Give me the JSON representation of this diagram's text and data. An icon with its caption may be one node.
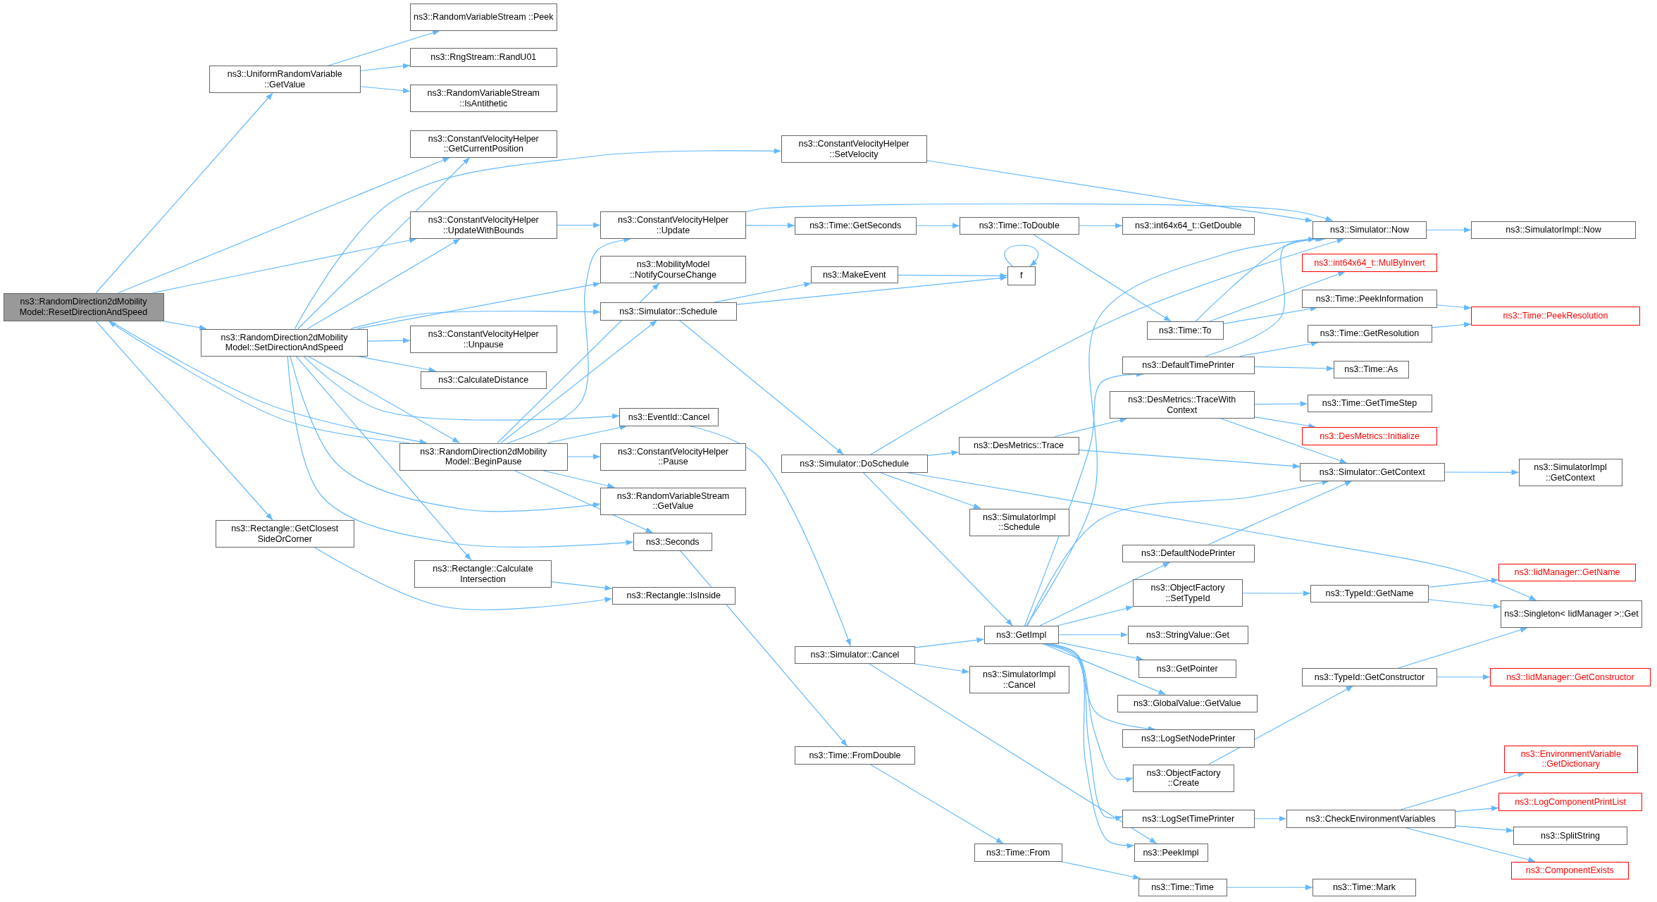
{
  "diagram": {
    "nodes": [
      {
        "text": [
          "ns3::RandomDirection2dMobility Model::ResetDirectionAndSpeed"
        ]
      },
      {
        "text": [
          "ns3::UniformRandomVariable ::GetValue"
        ]
      },
      {
        "text": [
          "ns3::RandomVariableStream ::Peek"
        ]
      },
      {
        "text": [
          "ns3::RngStream::RandU01"
        ]
      },
      {
        "text": [
          "ns3::RandomVariableStream ::IsAntithetic"
        ]
      },
      {
        "text": [
          "ns3::ConstantVelocityHelper ::GetCurrentPosition"
        ]
      },
      {
        "text": [
          "ns3::ConstantVelocityHelper ::SetVelocity"
        ]
      },
      {
        "text": [
          "ns3::ConstantVelocityHelper ::UpdateWithBounds"
        ]
      },
      {
        "text": [
          "ns3::ConstantVelocityHelper ::Update"
        ]
      },
      {
        "text": [
          "ns3::MobilityModel ::NotifyCourseChange"
        ]
      },
      {
        "text": [
          "ns3::Time::GetSeconds"
        ]
      },
      {
        "text": [
          "ns3::Time::ToDouble"
        ]
      },
      {
        "text": [
          "ns3::int64x64_t::GetDouble"
        ]
      },
      {
        "text": [
          "ns3::Simulator::Now"
        ]
      },
      {
        "text": [
          "ns3::SimulatorImpl::Now"
        ]
      },
      {
        "text": [
          "ns3::MakeEvent"
        ]
      },
      {
        "text": [
          "f"
        ]
      },
      {
        "text": [
          "ns3::RandomDirection2dMobility Model::SetDirectionAndSpeed"
        ]
      },
      {
        "text": [
          "ns3::Simulator::Schedule"
        ]
      },
      {
        "text": [
          "ns3::int64x64_t::MulByInvert"
        ]
      },
      {
        "text": [
          "ns3::Time::PeekInformation"
        ]
      },
      {
        "text": [
          "ns3::Time::PeekResolution"
        ]
      },
      {
        "text": [
          "ns3::Time::To"
        ]
      },
      {
        "text": [
          "ns3::ConstantVelocityHelper ::Unpause"
        ]
      },
      {
        "text": [
          "ns3::CalculateDistance"
        ]
      },
      {
        "text": [
          "ns3::Time::GetResolution"
        ]
      },
      {
        "text": [
          "ns3::DefaultTimePrinter"
        ]
      },
      {
        "text": [
          "ns3::Time::As"
        ]
      },
      {
        "text": [
          "ns3::DesMetrics::TraceWith Context"
        ]
      },
      {
        "text": [
          "ns3::Time::GetTimeStep"
        ]
      },
      {
        "text": [
          "ns3::DesMetrics::Initialize"
        ]
      },
      {
        "text": [
          "ns3::EventId::Cancel"
        ]
      },
      {
        "text": [
          "ns3::RandomDirection2dMobility Model::BeginPause"
        ]
      },
      {
        "text": [
          "ns3::ConstantVelocityHelper ::Pause"
        ]
      },
      {
        "text": [
          "ns3::DesMetrics::Trace"
        ]
      },
      {
        "text": [
          "ns3::Simulator::GetContext"
        ]
      },
      {
        "text": [
          "ns3::SimulatorImpl ::GetContext"
        ]
      },
      {
        "text": [
          "ns3::Simulator::DoSchedule"
        ]
      },
      {
        "text": [
          "ns3::RandomVariableStream ::GetValue"
        ]
      },
      {
        "text": [
          "ns3::SimulatorImpl ::Schedule"
        ]
      },
      {
        "text": [
          "ns3::Rectangle::GetClosest SideOrCorner"
        ]
      },
      {
        "text": [
          "ns3::Seconds"
        ]
      },
      {
        "text": [
          "ns3::DefaultNodePrinter"
        ]
      },
      {
        "text": [
          "ns3::Rectangle::Calculate Intersection"
        ]
      },
      {
        "text": [
          "ns3::IidManager::GetName"
        ]
      },
      {
        "text": [
          "ns3::ObjectFactory ::SetTypeId"
        ]
      },
      {
        "text": [
          "ns3::TypeId::GetName"
        ]
      },
      {
        "text": [
          "ns3::Rectangle::IsInside"
        ]
      },
      {
        "text": [
          "ns3::Singleton< IidManager >::Get"
        ]
      },
      {
        "text": [
          "ns3::Simulator::Cancel"
        ]
      },
      {
        "text": [
          "ns3::GetImpl"
        ]
      },
      {
        "text": [
          "ns3::StringValue::Get"
        ]
      },
      {
        "text": [
          "ns3::GetPointer"
        ]
      },
      {
        "text": [
          "ns3::TypeId::GetConstructor"
        ]
      },
      {
        "text": [
          "ns3::IidManager::GetConstructor"
        ]
      },
      {
        "text": [
          "ns3::SimulatorImpl ::Cancel"
        ]
      },
      {
        "text": [
          "ns3::GlobalValue::GetValue"
        ]
      },
      {
        "text": [
          "ns3::LogSetNodePrinter"
        ]
      },
      {
        "text": [
          "ns3::Time::FromDouble"
        ]
      },
      {
        "text": [
          "ns3::EnvironmentVariable ::GetDictionary"
        ]
      },
      {
        "text": [
          "ns3::ObjectFactory ::Create"
        ]
      },
      {
        "text": [
          "ns3::LogSetTimePrinter"
        ]
      },
      {
        "text": [
          "ns3::CheckEnvironmentVariables"
        ]
      },
      {
        "text": [
          "ns3::LogComponentPrintList"
        ]
      },
      {
        "text": [
          "ns3::SplitString"
        ]
      },
      {
        "text": [
          "ns3::PeekImpl"
        ]
      },
      {
        "text": [
          "ns3::ComponentExists"
        ]
      },
      {
        "text": [
          "ns3::Time::From"
        ]
      },
      {
        "text": [
          "ns3::Time::Time"
        ]
      },
      {
        "text": [
          "ns3::Time::Mark"
        ]
      }
    ],
    "edges": [
      {
        "from": 0,
        "to": 1,
        "arrow": "to"
      },
      {
        "from": 0,
        "to": 5,
        "arrow": "to"
      },
      {
        "from": 0,
        "to": 7,
        "arrow": "to"
      },
      {
        "from": 0,
        "to": 17,
        "arrow": "to"
      },
      {
        "from": 0,
        "to": 32,
        "arrow": "to"
      },
      {
        "from": 0,
        "to": 40,
        "arrow": "to"
      },
      {
        "from": 1,
        "to": 2,
        "arrow": "to"
      },
      {
        "from": 1,
        "to": 3,
        "arrow": "to"
      },
      {
        "from": 1,
        "to": 4,
        "arrow": "to"
      },
      {
        "from": 6,
        "to": 13,
        "arrow": "to"
      },
      {
        "from": 7,
        "to": 8,
        "arrow": "to"
      },
      {
        "from": 8,
        "to": 10,
        "arrow": "to"
      },
      {
        "from": 8,
        "to": 13,
        "arrow": "to"
      },
      {
        "from": 10,
        "to": 11,
        "arrow": "to"
      },
      {
        "from": 11,
        "to": 12,
        "arrow": "to"
      },
      {
        "from": 11,
        "to": 22,
        "arrow": "to"
      },
      {
        "from": 13,
        "to": 14,
        "arrow": "to"
      },
      {
        "from": 15,
        "to": 16,
        "arrow": "to"
      },
      {
        "from": 16,
        "to": 16,
        "arrow": "to"
      },
      {
        "from": 17,
        "to": 5,
        "arrow": "to"
      },
      {
        "from": 17,
        "to": 6,
        "arrow": "to"
      },
      {
        "from": 17,
        "to": 7,
        "arrow": "to"
      },
      {
        "from": 17,
        "to": 9,
        "arrow": "to"
      },
      {
        "from": 17,
        "to": 18,
        "arrow": "to"
      },
      {
        "from": 17,
        "to": 23,
        "arrow": "to"
      },
      {
        "from": 17,
        "to": 24,
        "arrow": "to"
      },
      {
        "from": 17,
        "to": 31,
        "arrow": "to"
      },
      {
        "from": 17,
        "to": 32,
        "arrow": "to"
      },
      {
        "from": 17,
        "to": 38,
        "arrow": "to"
      },
      {
        "from": 17,
        "to": 41,
        "arrow": "to"
      },
      {
        "from": 17,
        "to": 43,
        "arrow": "to"
      },
      {
        "from": 18,
        "to": 15,
        "arrow": "to"
      },
      {
        "from": 18,
        "to": 16,
        "arrow": "to"
      },
      {
        "from": 18,
        "to": 37,
        "arrow": "to"
      },
      {
        "from": 20,
        "to": 21,
        "arrow": "to"
      },
      {
        "from": 22,
        "to": 13,
        "arrow": "to"
      },
      {
        "from": 22,
        "to": 19,
        "arrow": "to"
      },
      {
        "from": 22,
        "to": 20,
        "arrow": "to"
      },
      {
        "from": 25,
        "to": 21,
        "arrow": "to"
      },
      {
        "from": 26,
        "to": 13,
        "arrow": "to"
      },
      {
        "from": 26,
        "to": 25,
        "arrow": "to"
      },
      {
        "from": 26,
        "to": 27,
        "arrow": "to"
      },
      {
        "from": 28,
        "to": 29,
        "arrow": "to"
      },
      {
        "from": 28,
        "to": 30,
        "arrow": "to"
      },
      {
        "from": 28,
        "to": 35,
        "arrow": "to"
      },
      {
        "from": 31,
        "to": 49,
        "arrow": "to"
      },
      {
        "from": 32,
        "to": 0,
        "arrow": "to"
      },
      {
        "from": 32,
        "to": 8,
        "arrow": "to"
      },
      {
        "from": 32,
        "to": 9,
        "arrow": "to"
      },
      {
        "from": 32,
        "to": 18,
        "arrow": "to"
      },
      {
        "from": 32,
        "to": 31,
        "arrow": "to"
      },
      {
        "from": 32,
        "to": 33,
        "arrow": "to"
      },
      {
        "from": 32,
        "to": 38,
        "arrow": "to"
      },
      {
        "from": 32,
        "to": 41,
        "arrow": "to"
      },
      {
        "from": 34,
        "to": 28,
        "arrow": "to"
      },
      {
        "from": 34,
        "to": 35,
        "arrow": "to"
      },
      {
        "from": 35,
        "to": 36,
        "arrow": "to"
      },
      {
        "from": 37,
        "to": 13,
        "arrow": "to"
      },
      {
        "from": 37,
        "to": 34,
        "arrow": "to"
      },
      {
        "from": 37,
        "to": 39,
        "arrow": "to"
      },
      {
        "from": 37,
        "to": 50,
        "arrow": "to"
      },
      {
        "from": 37,
        "to": 48,
        "arrow": "to"
      },
      {
        "from": 40,
        "to": 47,
        "arrow": "to"
      },
      {
        "from": 41,
        "to": 58,
        "arrow": "to"
      },
      {
        "from": 42,
        "to": 35,
        "arrow": "to"
      },
      {
        "from": 43,
        "to": 47,
        "arrow": "to"
      },
      {
        "from": 45,
        "to": 46,
        "arrow": "to"
      },
      {
        "from": 46,
        "to": 44,
        "arrow": "to"
      },
      {
        "from": 46,
        "to": 48,
        "arrow": "to"
      },
      {
        "from": 49,
        "to": 50,
        "arrow": "to"
      },
      {
        "from": 49,
        "to": 55,
        "arrow": "to"
      },
      {
        "from": 49,
        "to": 65,
        "arrow": "to"
      },
      {
        "from": 50,
        "to": 13,
        "arrow": "to"
      },
      {
        "from": 50,
        "to": 26,
        "arrow": "to"
      },
      {
        "from": 50,
        "to": 35,
        "arrow": "to"
      },
      {
        "from": 50,
        "to": 42,
        "arrow": "to"
      },
      {
        "from": 50,
        "to": 45,
        "arrow": "to"
      },
      {
        "from": 50,
        "to": 51,
        "arrow": "to"
      },
      {
        "from": 50,
        "to": 52,
        "arrow": "to"
      },
      {
        "from": 50,
        "to": 56,
        "arrow": "to"
      },
      {
        "from": 50,
        "to": 57,
        "arrow": "to"
      },
      {
        "from": 50,
        "to": 60,
        "arrow": "to"
      },
      {
        "from": 50,
        "to": 61,
        "arrow": "to"
      },
      {
        "from": 50,
        "to": 65,
        "arrow": "to"
      },
      {
        "from": 53,
        "to": 48,
        "arrow": "to"
      },
      {
        "from": 53,
        "to": 54,
        "arrow": "to"
      },
      {
        "from": 58,
        "to": 67,
        "arrow": "to"
      },
      {
        "from": 60,
        "to": 53,
        "arrow": "to"
      },
      {
        "from": 61,
        "to": 62,
        "arrow": "to"
      },
      {
        "from": 62,
        "to": 59,
        "arrow": "to"
      },
      {
        "from": 62,
        "to": 63,
        "arrow": "to"
      },
      {
        "from": 62,
        "to": 64,
        "arrow": "to"
      },
      {
        "from": 62,
        "to": 66,
        "arrow": "to"
      },
      {
        "from": 67,
        "to": 68,
        "arrow": "to"
      },
      {
        "from": 68,
        "to": 69,
        "arrow": "to"
      }
    ]
  }
}
